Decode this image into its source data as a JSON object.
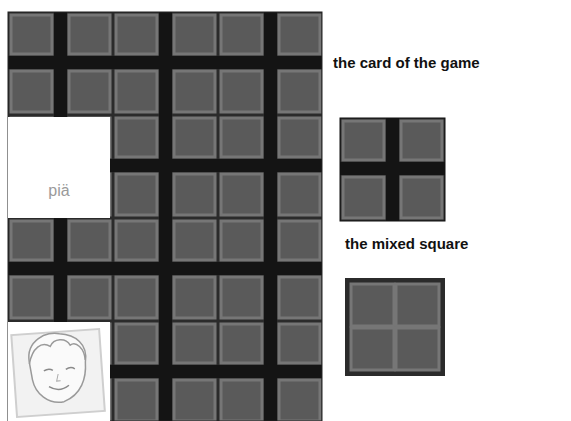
{
  "diagram": {
    "nodes": [
      {
        "text": [
          "piä"
        ]
      }
    ],
    "labels": [
      "the card of the game",
      "the mixed square"
    ]
  }
}
